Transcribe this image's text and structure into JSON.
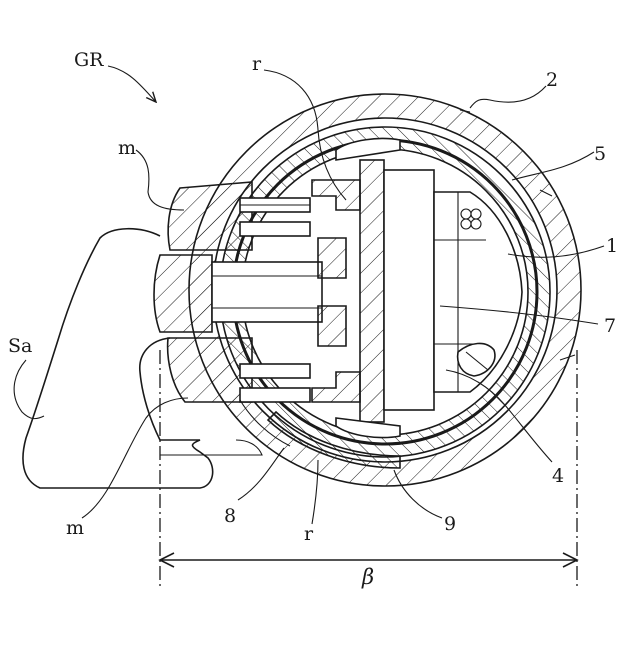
{
  "labels": {
    "gr": "GR",
    "r_top": "r",
    "n2": "2",
    "m_top": "m",
    "n5": "5",
    "n1": "1",
    "sa": "Sa",
    "n7": "7",
    "n4": "4",
    "m_bottom": "m",
    "n8": "8",
    "r_bottom": "r",
    "n9": "9",
    "beta": "β"
  }
}
